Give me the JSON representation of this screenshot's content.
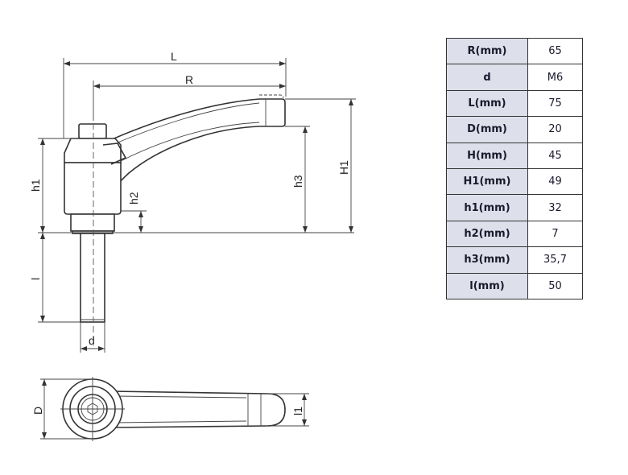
{
  "drawing": {
    "labels": {
      "L": "L",
      "R": "R",
      "h1": "h1",
      "h2": "h2",
      "h3": "h3",
      "H1": "H1",
      "l": "l",
      "d": "d",
      "D": "D",
      "l1": "l1"
    }
  },
  "spec_table": {
    "rows": [
      {
        "key": "R(mm)",
        "value": "65"
      },
      {
        "key": "d",
        "value": "M6"
      },
      {
        "key": "L(mm)",
        "value": "75"
      },
      {
        "key": "D(mm)",
        "value": "20"
      },
      {
        "key": "H(mm)",
        "value": "45"
      },
      {
        "key": "H1(mm)",
        "value": "49"
      },
      {
        "key": "h1(mm)",
        "value": "32"
      },
      {
        "key": "h2(mm)",
        "value": "7"
      },
      {
        "key": "h3(mm)",
        "value": "35,7"
      },
      {
        "key": "l(mm)",
        "value": "50"
      }
    ]
  }
}
